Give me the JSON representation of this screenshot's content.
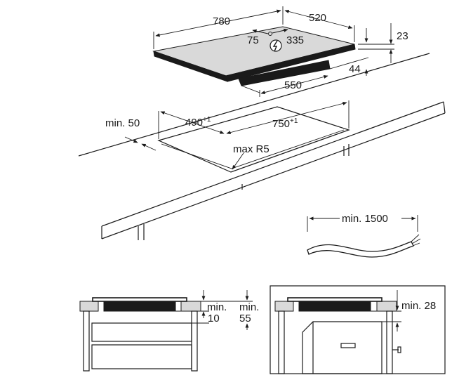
{
  "hob_top": {
    "width_label": "780",
    "depth_label": "520",
    "thickness_label": "23",
    "cable_left_label": "75",
    "cable_right_label": "335",
    "bottom_width_label": "550",
    "bottom_height_label": "44",
    "power_symbol": "power-connection"
  },
  "cutout": {
    "min_distance_label": "min. 50",
    "depth_label": "490",
    "depth_tolerance": "+1",
    "width_label": "750",
    "width_tolerance": "+1",
    "corner_radius_label": "max R5"
  },
  "cable": {
    "length_label": "min. 1500"
  },
  "section_drawers": {
    "gap_label_line1": "min.",
    "gap_label_line2": "10",
    "space_label_line1": "min.",
    "space_label_line2": "55"
  },
  "section_oven": {
    "gap_label": "min. 28"
  }
}
